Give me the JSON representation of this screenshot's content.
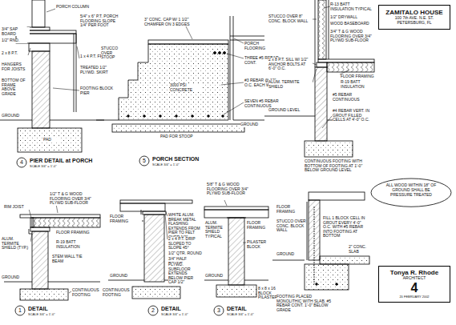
{
  "diagram": {
    "nodes": [
      {
        "text": [
          "ZAMITALO HOUSE",
          "100 7th AVE. N.E. ST. PETERSBURG, FL"
        ]
      },
      {
        "text": [
          "ALL WOOD WITHIN 18\" OF GROUND SHALL BE PRESSURE TREATED"
        ]
      },
      {
        "text": [
          "Tonya R. Rhode",
          "ARCHITECT",
          "4",
          "20 FEBRUARY 2002"
        ]
      }
    ],
    "labels": [
      "PORCH COLUMN",
      "5/4\" x 6\" P.T. PORCH FLOORING SLOPE 1/4\" PER FOOT",
      "3/4\" SAP BOARD",
      "1/2\" RND.",
      "2 x 8 P.T.",
      "1 x 4 P.T. FRAME",
      "TREATED 1/2\" PLYWD. SKIRT",
      "HANGERS FOR JOISTS",
      "BOTTOM OF FRAME ABOVE GRADE",
      "FOOTING BLOCK PIER",
      "GROUND",
      "PAD",
      "4",
      "PIER DETAIL at PORCH",
      "SCALE 3/4\" = 1'-0\"",
      "3\" CONC. CAP W/ 1 1/2\" CHAMFER ON 3 EDGES",
      "PORCH FLOORING",
      "STUCCO OVER STOOP",
      "3000 PSI CONCRETE",
      "THREE #5 REBAR CONT.",
      "#3 REBAR @ 12\" O.C. EACH WAY",
      "SEVEN #5 REBAR CONTINUOUS",
      "GROUND",
      "PAD FOR STOOP",
      "5",
      "PORCH SECTION",
      "SCALE 3/4\" = 1'-0\"",
      "STUCCO OVER 8\" CONC. BLOCK WALL",
      "2 x 8 P.T. SILL W/ 1/2\" ANCHOR BOLTS AT 6'-0\" O.C.",
      "ALUM. TERMITE SHIELD",
      "GROUND LEVEL",
      "R-13 BATT INSULATION TYPICAL",
      "1/2\" DRYWALL",
      "WOOD BASEBOARD",
      "3/4\" T & G WOOD FLOORING OVER 3/4\" PLYWD SUB-FLOOR",
      "FLOOR FRAMING",
      "R-19 BATT INSULATION",
      "#5 REBAR CONTINUOUS",
      "#4 REBAR VERT. IN GROUT FILLED CELLS AT 4'-0\" O.C.",
      "CONTINUOUS FOOTING WITH BOTTOM OF FOOTING AT 1'-0\" BELOW GROUND LEVEL",
      "1/2\" T & G WOOD FLOORING OVER 3/4\" PLYWD SUB-FLOOR",
      "RIM JOIST",
      "FLOOR FRAMING",
      "R-19 BATT INSULATION",
      "ALUM. TERMITE SHIELD (TYP.)",
      "STEM WALL TIE BEAM",
      "GROUND",
      "CONTINUOUS FOOTING",
      "1",
      "DETAIL",
      "SCALE 3/4\" = 1'-0\"",
      "WHITE ALUM. BREAK METAL FLASHING EXTENDS FROM PIER TO FELT OVER 1/2\"",
      "2 x 4 P.T. DRIP SLOPED TO SLOPE 45°",
      "1/2\" QTR. ROUND",
      "3/4\" HALF ROUND",
      "PLYWD. SUBFLOOR EXTENDS BELOW PIER CAP 1/2\"",
      "FLOOR FRAMING",
      "GROUND",
      "CONTINUOUS FOOTING",
      "2",
      "DETAIL",
      "SCALE 3/4\" = 1'-0\"",
      "5/8\" T & G WOOD FLOORING OVER 3/4\" PLYWD SUB-FLOOR",
      "FLOOR FRAMING",
      "ALUM. TERMITE SHIELD TYPICAL",
      "PILASTER BLOCK",
      "GROUND",
      "8 x 8 x 16 BLOCK PILASTER",
      "3",
      "DETAIL",
      "SCALE 3/4\" = 1'-0\"",
      "FLOOR FRAMING",
      "STUCCO OVER CONC. BLOCK WALL",
      "FILL 1 BLOCK CELL IN GROUT EVERY 4'-0\" O.C. WITH #5 REBAR INTO FOOTING AT BOTTOM",
      "2\" CONC. SLAB",
      "GROUND",
      "FOOTING PLACED MONOLITHIC WITH SLAB, #5 REBAR CONT. 1'-0\" BELOW GRADE"
    ]
  }
}
